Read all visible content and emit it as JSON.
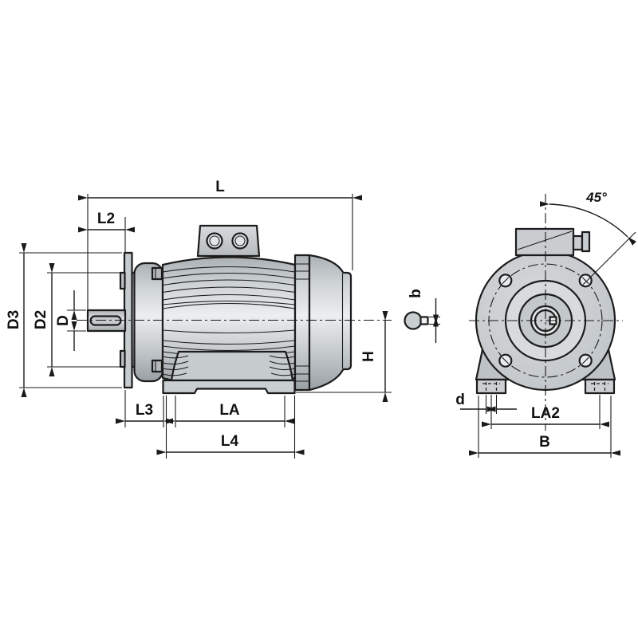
{
  "drawing": {
    "views": [
      "side-view",
      "front-view"
    ]
  },
  "dimensions": {
    "side_view": {
      "overall_length": "L",
      "shaft_length": "L2",
      "flange_to_foot": "L3",
      "foot_hole_spacing": "LA",
      "foot_length": "L4",
      "shaft_diameter": "D",
      "spigot_diameter": "D2",
      "flange_diameter": "D3",
      "shaft_height": "H",
      "key_width": "b"
    },
    "front_view": {
      "terminal_box_angle": "45°",
      "foot_hole_diameter": "d",
      "foot_hole_spacing": "LA2",
      "foot_width": "B"
    }
  },
  "colors": {
    "outline": "#1c1c1c",
    "body_base": "#c9ced1",
    "body_highlight": "#eceef0",
    "body_shadow": "#9aa1a6",
    "face_light": "#d8dbdd",
    "inner_ring": "#c3c8cb",
    "background": "#ffffff"
  }
}
